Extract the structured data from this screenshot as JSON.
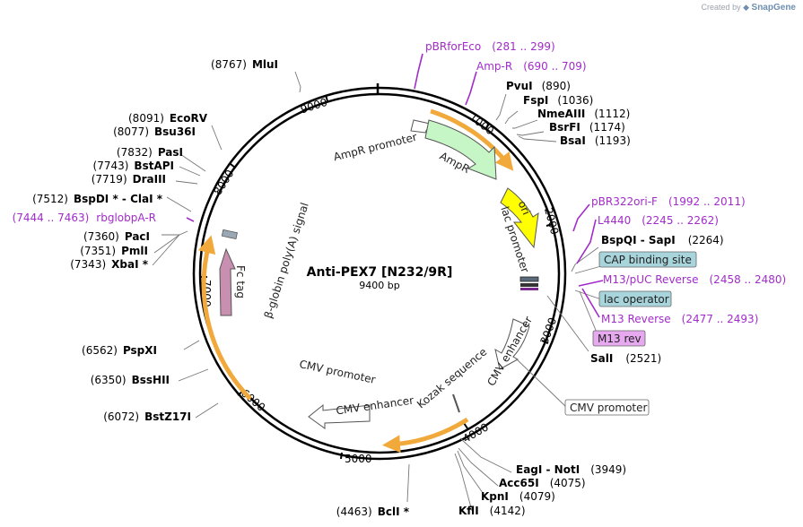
{
  "credit": {
    "prefix": "Created by",
    "brand": "SnapGene"
  },
  "plasmid": {
    "name": "Anti-PEX7 [N232/9R]",
    "length": "9400 bp"
  },
  "ticks": [
    "1000",
    "2000",
    "3000",
    "4000",
    "5000",
    "6000",
    "7000",
    "8000",
    "9000"
  ],
  "sites": [
    {
      "name": "MluI",
      "pos": "(8767)",
      "side": "left"
    },
    {
      "name": "EcoRV",
      "pos": "(8091)",
      "side": "left"
    },
    {
      "name": "Bsu36I",
      "pos": "(8077)",
      "side": "left"
    },
    {
      "name": "PasI",
      "pos": "(7832)",
      "side": "left"
    },
    {
      "name": "BstAPI",
      "pos": "(7743)",
      "side": "left"
    },
    {
      "name": "DraIII",
      "pos": "(7719)",
      "side": "left"
    },
    {
      "name": "BspDI * - ClaI *",
      "pos": "(7512)",
      "side": "left"
    },
    {
      "name": "PacI",
      "pos": "(7360)",
      "side": "left"
    },
    {
      "name": "PmlI",
      "pos": "(7351)",
      "side": "left"
    },
    {
      "name": "XbaI *",
      "pos": "(7343)",
      "side": "left"
    },
    {
      "name": "PspXI",
      "pos": "(6562)",
      "side": "left"
    },
    {
      "name": "BssHII",
      "pos": "(6350)",
      "side": "left"
    },
    {
      "name": "BstZ17I",
      "pos": "(6072)",
      "side": "left"
    },
    {
      "name": "BclI *",
      "pos": "(4463)",
      "side": "left"
    },
    {
      "name": "PvuI",
      "pos": "(890)",
      "side": "right"
    },
    {
      "name": "FspI",
      "pos": "(1036)",
      "side": "right"
    },
    {
      "name": "NmeAIII",
      "pos": "(1112)",
      "side": "right"
    },
    {
      "name": "BsrFI",
      "pos": "(1174)",
      "side": "right"
    },
    {
      "name": "BsaI",
      "pos": "(1193)",
      "side": "right"
    },
    {
      "name": "BspQI - SapI",
      "pos": "(2264)",
      "side": "right"
    },
    {
      "name": "SalI",
      "pos": "(2521)",
      "side": "right"
    },
    {
      "name": "EagI - NotI",
      "pos": "(3949)",
      "side": "right"
    },
    {
      "name": "Acc65I",
      "pos": "(4075)",
      "side": "right"
    },
    {
      "name": "KpnI",
      "pos": "(4079)",
      "side": "right"
    },
    {
      "name": "KflI",
      "pos": "(4142)",
      "side": "right"
    }
  ],
  "primers": [
    {
      "name": "pBRforEco",
      "range": "(281 .. 299)"
    },
    {
      "name": "Amp-R",
      "range": "(690 .. 709)"
    },
    {
      "name": "pBR322ori-F",
      "range": "(1992 .. 2011)"
    },
    {
      "name": "L4440",
      "range": "(2245 .. 2262)"
    },
    {
      "name": "M13/pUC Reverse",
      "range": "(2458 .. 2480)"
    },
    {
      "name": "M13 Reverse",
      "range": "(2477 .. 2493)"
    },
    {
      "name": "rbglobpA-R",
      "range": "(7444 .. 7463)"
    }
  ],
  "boxed_labels": [
    {
      "text": "CAP binding site",
      "fill": "#a8d4dc"
    },
    {
      "text": "lac operator",
      "fill": "#a8d4dc"
    },
    {
      "text": "M13 rev",
      "fill": "#e6a8ee"
    },
    {
      "text": "CMV promoter",
      "fill": "#ffffff"
    }
  ],
  "features": [
    {
      "label": "AmpR promoter"
    },
    {
      "label": "AmpR"
    },
    {
      "label": "ori"
    },
    {
      "label": "lac promoter"
    },
    {
      "label": "CMV enhancer"
    },
    {
      "label": "Kozak sequence"
    },
    {
      "label": "CMV promoter"
    },
    {
      "label": "CMV enhancer"
    },
    {
      "label": "Fc tag"
    },
    {
      "label": "β-globin poly(A) signal"
    }
  ],
  "colors": {
    "backbone": "#000000",
    "ampr": "#c6f5c6",
    "ori": "#ffff00",
    "fc_tag": "#c98fb0",
    "cds_highlight": "#f2a93b",
    "primer": "#a12cc9",
    "promoter": "#ffffff",
    "polyA": "#9aa8b6"
  }
}
